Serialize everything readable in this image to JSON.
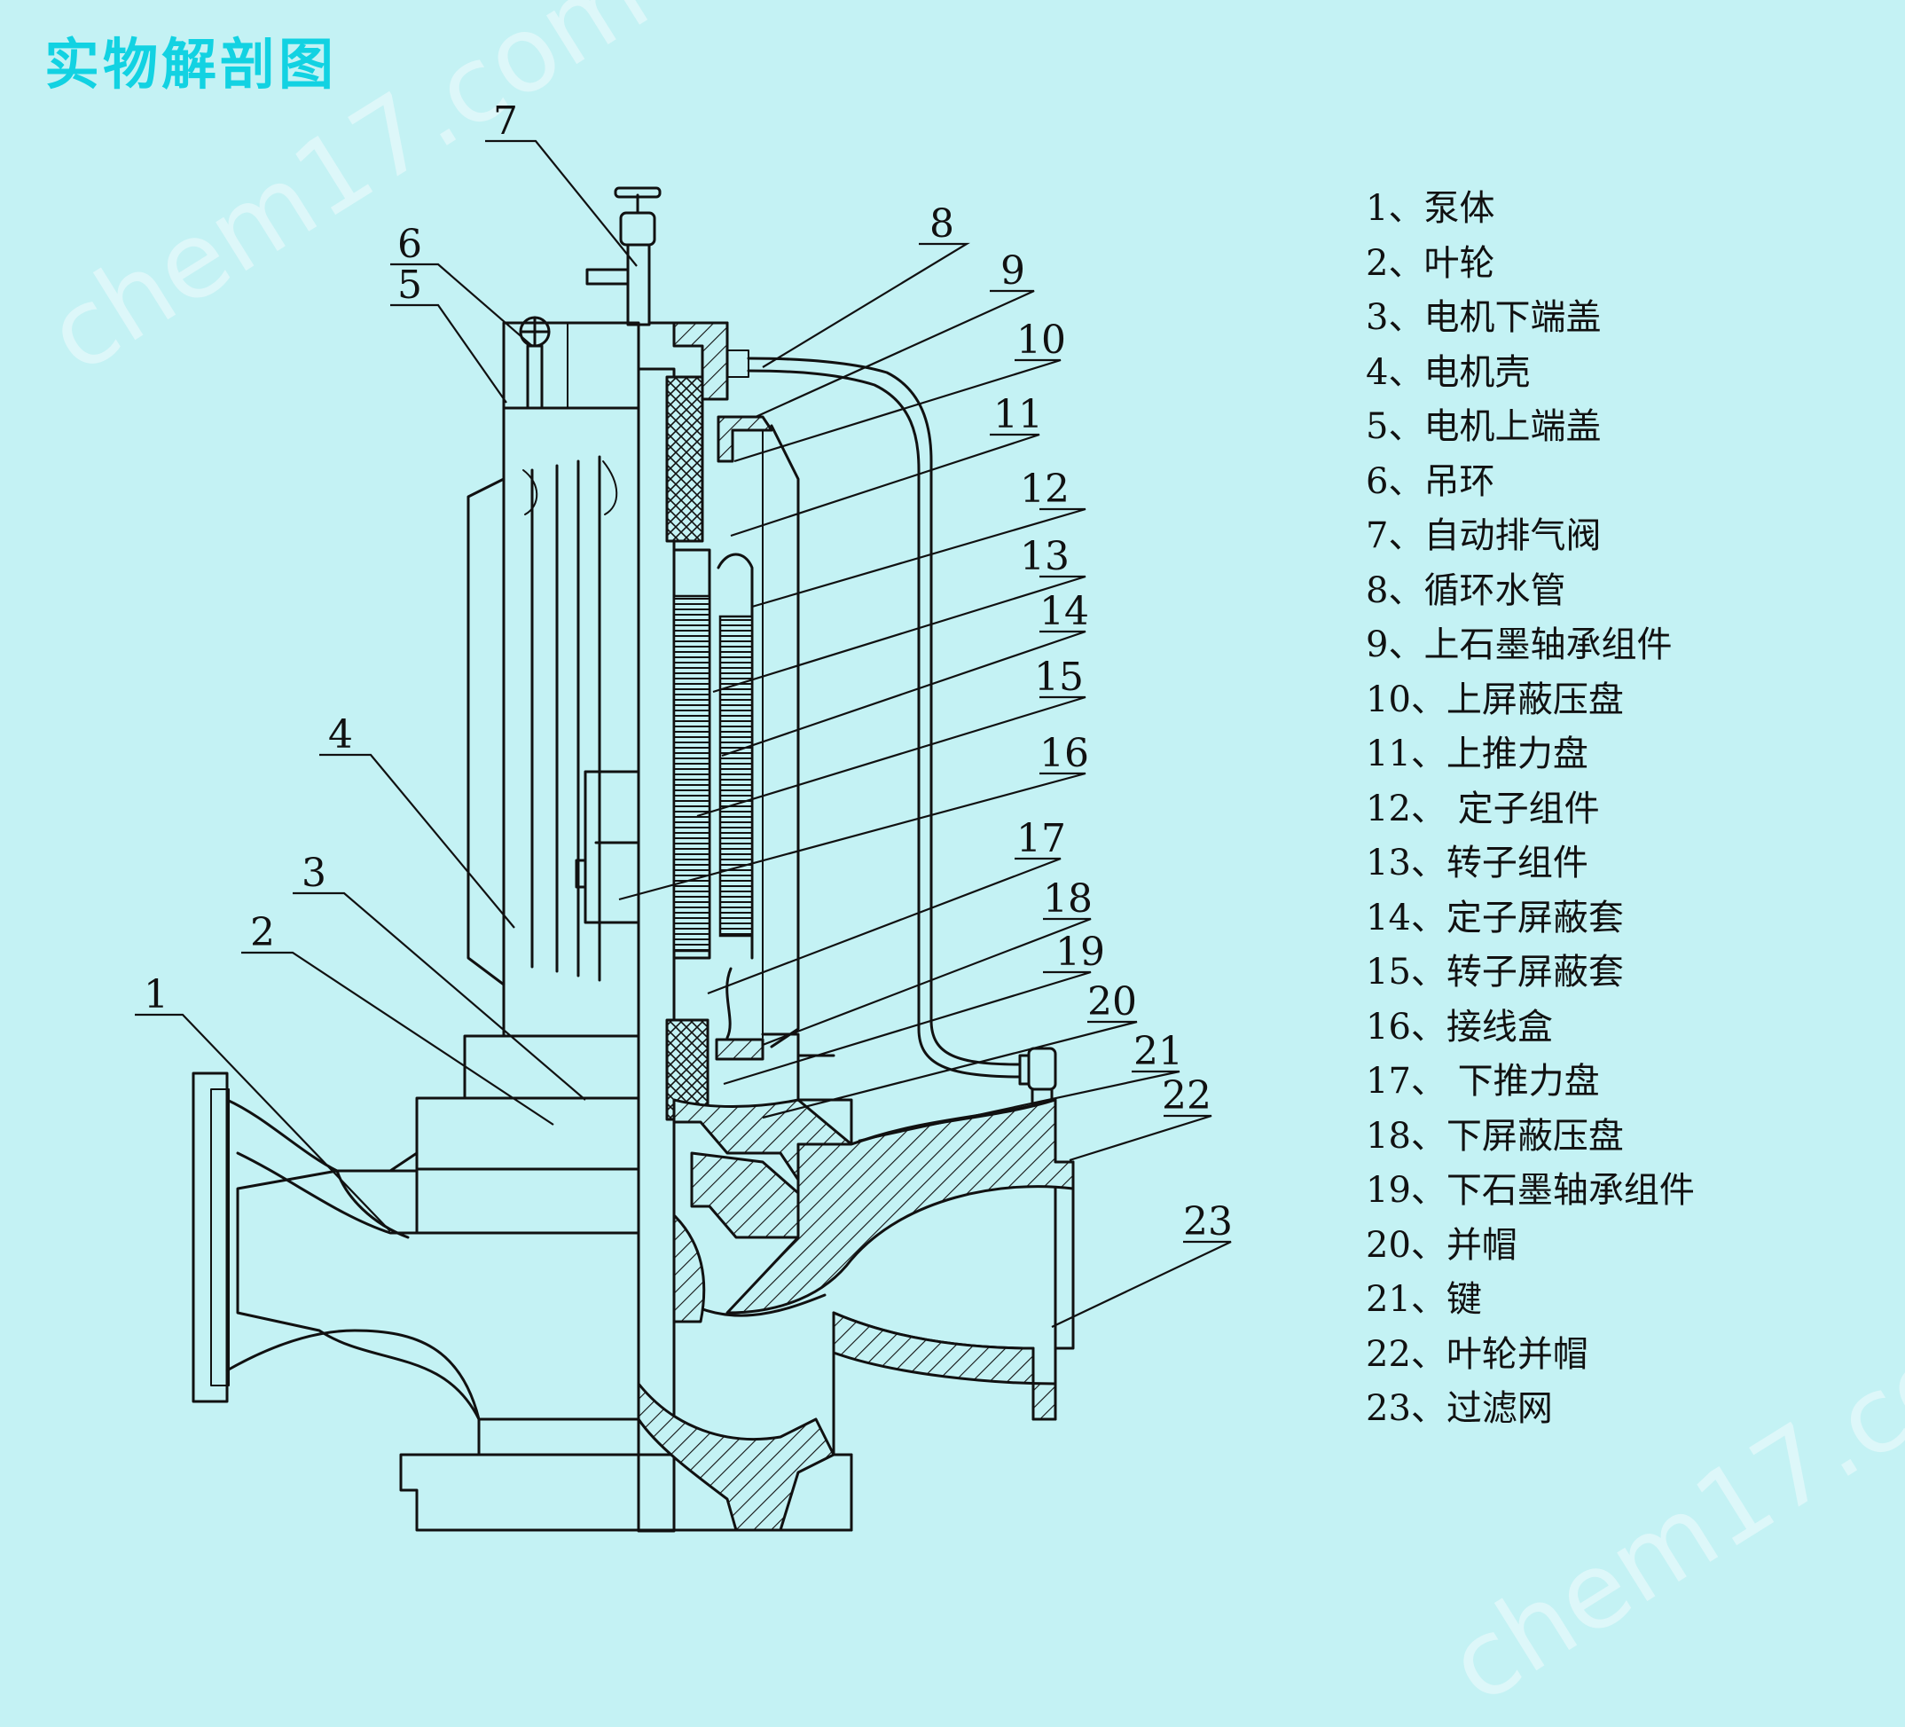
{
  "title": "实物解剖图",
  "watermark": "chem17.com",
  "legend": [
    "1、泵体",
    "2、叶轮",
    "3、电机下端盖",
    "4、电机壳",
    "5、电机上端盖",
    "6、吊环",
    "7、自动排气阀",
    "8、循环水管",
    "9、上石墨轴承组件",
    "10、上屏蔽压盘",
    "11、上推力盘",
    "12、 定子组件",
    "13、转子组件",
    "14、定子屏蔽套",
    "15、转子屏蔽套",
    "16、接线盒",
    "17、 下推力盘",
    "18、下屏蔽压盘",
    "19、下石墨轴承组件",
    "20、并帽",
    "21、键",
    "22、叶轮并帽",
    "23、过滤网"
  ],
  "callouts": [
    "1",
    "2",
    "3",
    "4",
    "5",
    "6",
    "7",
    "8",
    "9",
    "10",
    "11",
    "12",
    "13",
    "14",
    "15",
    "16",
    "17",
    "18",
    "19",
    "20",
    "21",
    "22",
    "23"
  ],
  "colors": {
    "background": "#c4f2f4",
    "title": "#12d2e2",
    "ink": "#111111"
  }
}
